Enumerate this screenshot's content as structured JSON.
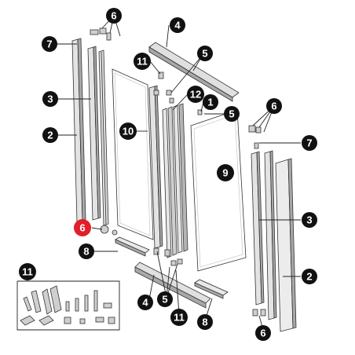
{
  "diagram": {
    "callouts": [
      {
        "id": "c6-top-left",
        "label": "6",
        "color": "#111111",
        "highlight": false
      },
      {
        "id": "c7-left",
        "label": "7",
        "color": "#111111",
        "highlight": false
      },
      {
        "id": "c3-left",
        "label": "3",
        "color": "#111111",
        "highlight": false
      },
      {
        "id": "c2-left",
        "label": "2",
        "color": "#111111",
        "highlight": false
      },
      {
        "id": "c10",
        "label": "10",
        "color": "#111111",
        "highlight": false
      },
      {
        "id": "c11-top",
        "label": "11",
        "color": "#111111",
        "highlight": false
      },
      {
        "id": "c4-top",
        "label": "4",
        "color": "#111111",
        "highlight": false
      },
      {
        "id": "c5-top",
        "label": "5",
        "color": "#111111",
        "highlight": false
      },
      {
        "id": "c12",
        "label": "12",
        "color": "#111111",
        "highlight": false
      },
      {
        "id": "c1",
        "label": "1",
        "color": "#111111",
        "highlight": false
      },
      {
        "id": "c5-right",
        "label": "5",
        "color": "#111111",
        "highlight": false
      },
      {
        "id": "c6-top-right",
        "label": "6",
        "color": "#111111",
        "highlight": false
      },
      {
        "id": "c7-right",
        "label": "7",
        "color": "#111111",
        "highlight": false
      },
      {
        "id": "c9",
        "label": "9",
        "color": "#111111",
        "highlight": false
      },
      {
        "id": "c3-right",
        "label": "3",
        "color": "#111111",
        "highlight": false
      },
      {
        "id": "c2-right",
        "label": "2",
        "color": "#111111",
        "highlight": false
      },
      {
        "id": "c6-highlight",
        "label": "6",
        "color": "#e0202a",
        "highlight": true
      },
      {
        "id": "c8-left",
        "label": "8",
        "color": "#111111",
        "highlight": false
      },
      {
        "id": "c11-inset",
        "label": "11",
        "color": "#111111",
        "highlight": false
      },
      {
        "id": "c4-bottom",
        "label": "4",
        "color": "#111111",
        "highlight": false
      },
      {
        "id": "c5-bottom",
        "label": "5",
        "color": "#111111",
        "highlight": false
      },
      {
        "id": "c11-bottom",
        "label": "11",
        "color": "#111111",
        "highlight": false
      },
      {
        "id": "c8-bottom",
        "label": "8",
        "color": "#111111",
        "highlight": false
      },
      {
        "id": "c6-bottom",
        "label": "6",
        "color": "#111111",
        "highlight": false
      }
    ],
    "colors": {
      "profile": "#d9d9d9",
      "profile_dark": "#9a9a9a",
      "glass": "#ffffff",
      "outline": "#333333",
      "highlight": "#e0202a"
    }
  }
}
